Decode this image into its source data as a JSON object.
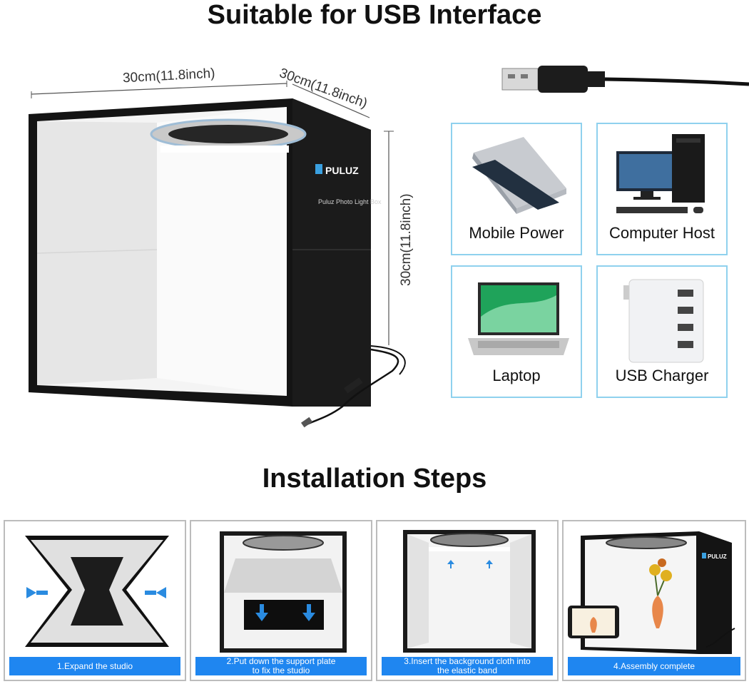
{
  "header": {
    "title": "Suitable for USB Interface"
  },
  "dimensions": {
    "width": "30cm(11.8inch)",
    "depth": "30cm(11.8inch)",
    "height": "30cm(11.8inch)"
  },
  "box": {
    "brand": "PULUZ",
    "product": "Puluz Photo Light Box"
  },
  "power_sources": [
    {
      "label": "Mobile Power",
      "icon": "power-bank-icon"
    },
    {
      "label": "Computer Host",
      "icon": "desktop-computer-icon"
    },
    {
      "label": "Laptop",
      "icon": "laptop-icon"
    },
    {
      "label": "USB Charger",
      "icon": "usb-charger-icon"
    }
  ],
  "installation": {
    "title": "Installation Steps",
    "steps": [
      {
        "line1": "1.Expand the studio",
        "line2": ""
      },
      {
        "line1": "2.Put down the support plate",
        "line2": "to fix the studio"
      },
      {
        "line1": "3.Insert the background cloth into",
        "line2": "the elastic band"
      },
      {
        "line1": "4.Assembly complete",
        "line2": ""
      }
    ]
  },
  "colors": {
    "accent_blue": "#1f86f0",
    "card_border": "#8fd1ee",
    "box_black": "#111111"
  }
}
